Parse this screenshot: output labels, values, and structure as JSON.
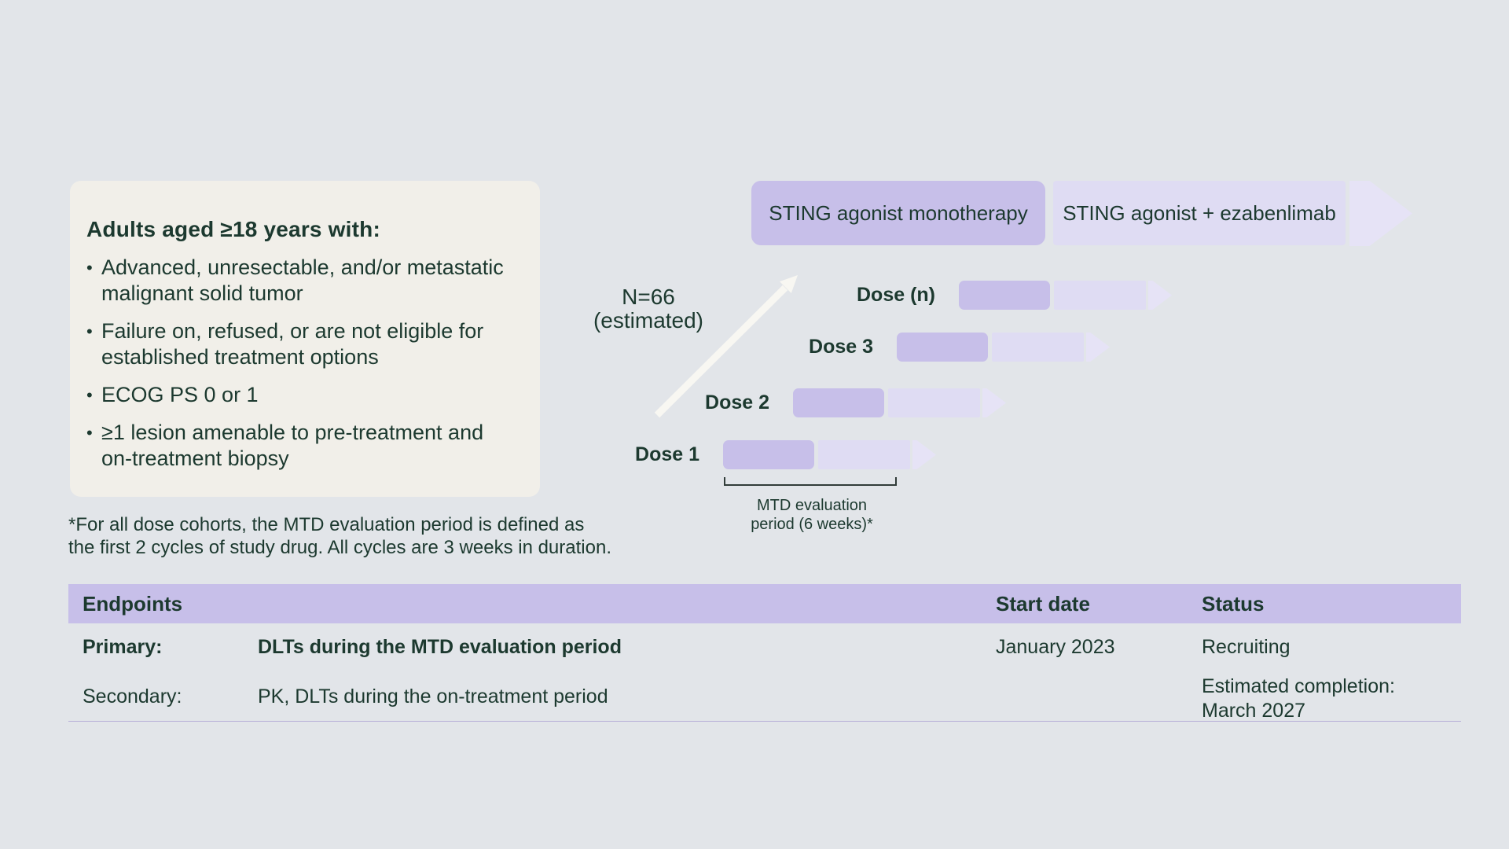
{
  "colors": {
    "background": "#e2e5e9",
    "card_background": "#f1efe9",
    "text_dark_green": "#1c392f",
    "purple_dark": "#c7bfe9",
    "purple_light": "#dfdcf3",
    "purple_tip": "#e6e3f6",
    "table_rule": "#b6aed8",
    "arrow_white": "#f8f7f2"
  },
  "eligibility_card": {
    "title": "Adults aged ≥18 years with:",
    "bullet_glyph": "•",
    "bullets": [
      "Advanced, unresectable, and/or metastatic malignant solid tumor",
      "Failure on, refused, or are not eligible for established treatment options",
      "ECOG PS 0 or 1",
      "≥1 lesion amenable to pre-treatment and on-treatment biopsy"
    ]
  },
  "footnote": "*For all dose cohorts, the MTD evaluation period is defined as\nthe first 2 cycles of study drug. All cycles are 3 weeks in duration.",
  "treatment_arms": {
    "arm1_label": "STING agonist monotherapy",
    "arm2_label": "STING agonist + ezabenlimab"
  },
  "dose_escalation": {
    "enrollment_note": "N=66\n(estimated)",
    "rows": [
      {
        "label": "Dose (n)"
      },
      {
        "label": "Dose 3"
      },
      {
        "label": "Dose 2"
      },
      {
        "label": "Dose 1"
      }
    ],
    "bracket_label": "MTD evaluation\nperiod (6 weeks)*"
  },
  "endpoints_table": {
    "headers": {
      "endpoints": "Endpoints",
      "start_date": "Start date",
      "status": "Status"
    },
    "rows": [
      {
        "type": "Primary:",
        "description": "DLTs during the MTD evaluation period",
        "start_date": "January 2023",
        "status": "Recruiting"
      },
      {
        "type": "Secondary:",
        "description": "PK, DLTs during the on-treatment period",
        "start_date": "",
        "status": "Estimated completion:\nMarch 2027"
      }
    ]
  }
}
